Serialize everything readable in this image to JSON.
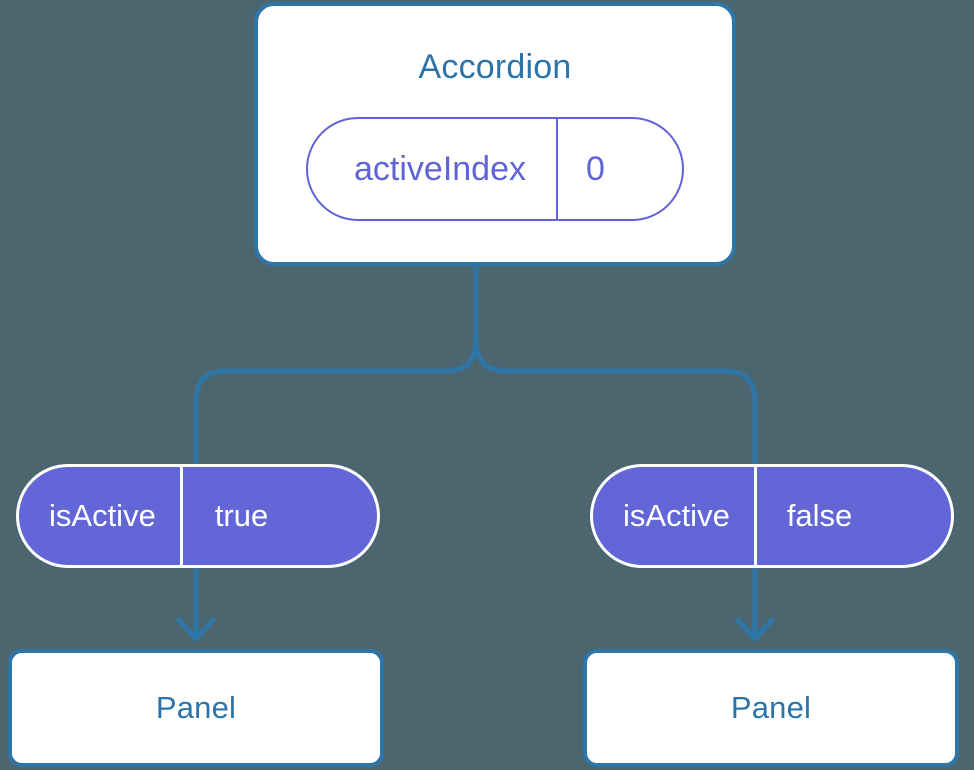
{
  "diagram": {
    "type": "component-state-tree",
    "background_color": "#4c6670",
    "accent_line_color": "#2f76a8",
    "card_border_color": "#2f76a8",
    "card_fill_color": "#ffffff",
    "title_text_color": "#2c73a8",
    "pill_outline_color": "#6064d6",
    "pill_fill_color": "#6366d6",
    "pill_fill_text_color": "#ffffff"
  },
  "root": {
    "title": "Accordion",
    "state": {
      "key": "activeIndex",
      "value": "0"
    }
  },
  "children": [
    {
      "prop": {
        "key": "isActive",
        "value": "true"
      },
      "component": {
        "title": "Panel"
      }
    },
    {
      "prop": {
        "key": "isActive",
        "value": "false"
      },
      "component": {
        "title": "Panel"
      }
    }
  ]
}
